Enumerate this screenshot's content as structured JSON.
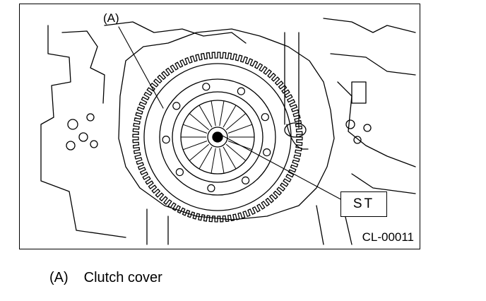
{
  "figure": {
    "callout_a": "(A)",
    "tool_label": "ST",
    "figure_code": "CL-00011"
  },
  "legend": {
    "items": [
      {
        "key": "(A)",
        "text": "Clutch cover"
      }
    ]
  }
}
